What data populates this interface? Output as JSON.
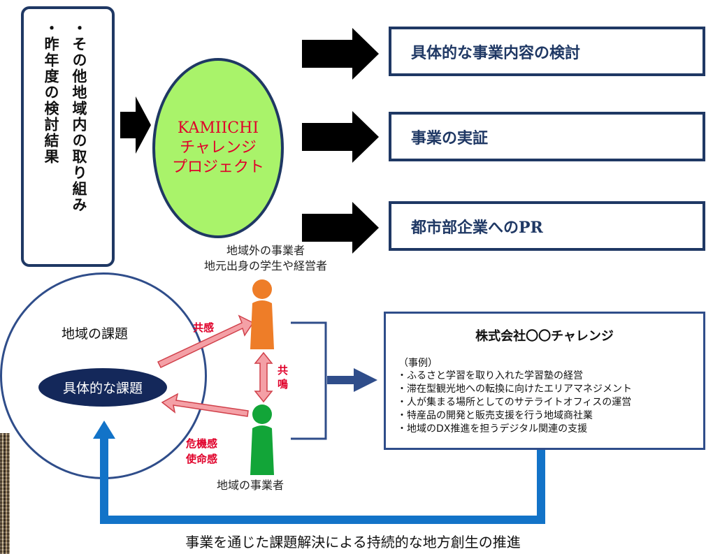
{
  "left_box": {
    "line1": "・その他地域内の取り組み",
    "line2": "・昨年度の検討結果"
  },
  "project": {
    "line1": "KAMIICHI",
    "line2": "チャレンジ",
    "line3": "プロジェクト"
  },
  "outcomes": [
    "具体的な事業内容の検討",
    "事業の実証",
    "都市部企業へのPR"
  ],
  "outside_actors": {
    "line1": "地域外の事業者",
    "line2": "地元出身の学生や経営者"
  },
  "local_actor": "地域の事業者",
  "issues": {
    "title": "地域の課題",
    "specific": "具体的な課題"
  },
  "labels": {
    "empathy": "共感",
    "resonance_1": "共",
    "resonance_2": "鳴",
    "crisis": "危機感",
    "mission": "使命感"
  },
  "company": {
    "title": "株式会社〇〇チャレンジ",
    "subtitle": "（事例）",
    "examples": [
      "・ふるさと学習を取り入れた学習塾の経営",
      "・滞在型観光地への転換に向けたエリアマネジメント",
      "・人が集まる場所としてのサテライトオフィスの運営",
      "・特産品の開発と販売支援を行う地域商社業",
      "・地域のDX推進を担うデジタル関連の支援"
    ]
  },
  "bottom_caption": "事業を通じた課題解決による持続的な地方創生の推進",
  "colors": {
    "navy": "#1f3864",
    "ellipse_fill": "#a9f36a",
    "red": "#e0002a",
    "person_orange": "#ee7d28",
    "person_green": "#12a538",
    "loop_blue": "#1273c8",
    "pink_arrow": "#f4a0a6"
  }
}
